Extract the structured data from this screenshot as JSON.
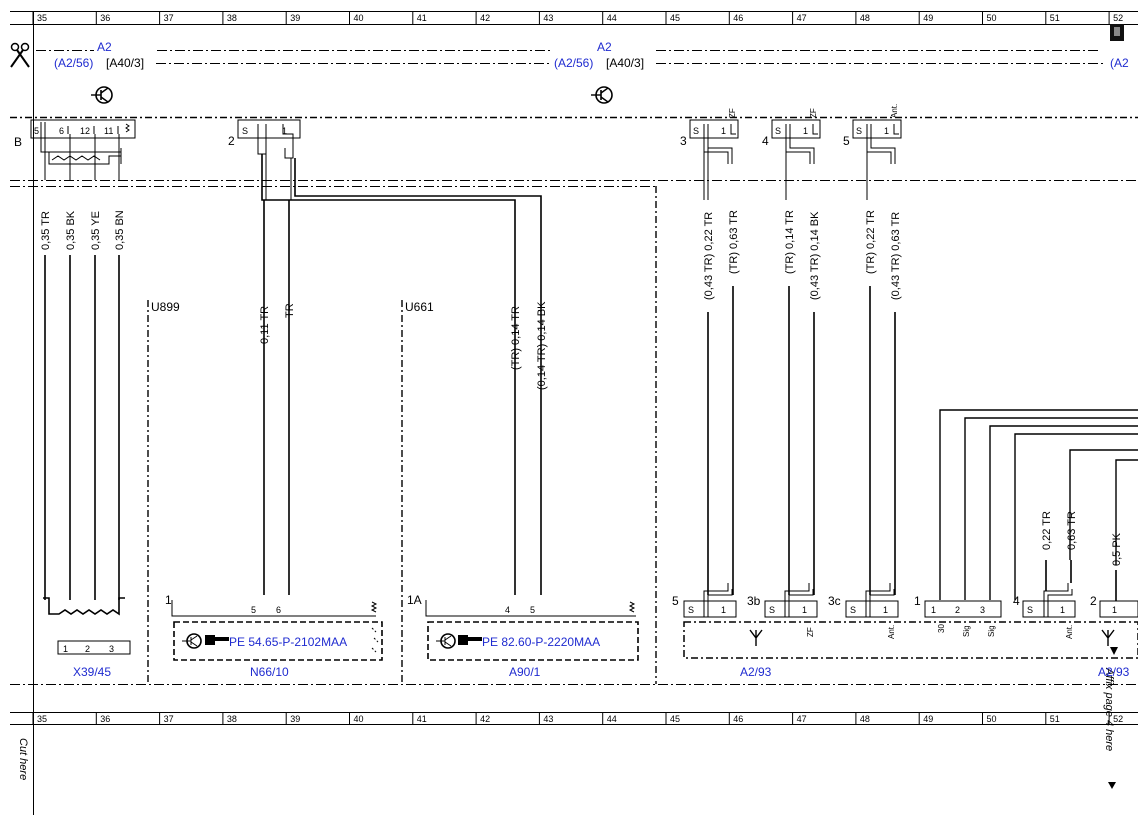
{
  "ruler": [
    "35",
    "36",
    "37",
    "38",
    "39",
    "40",
    "41",
    "42",
    "43",
    "44",
    "45",
    "46",
    "47",
    "48",
    "49",
    "50",
    "51",
    "52"
  ],
  "cut_here": "Cut here",
  "affix_text": "Affix page 4 here",
  "header": {
    "a2_left": "A2",
    "a2_left_ref": "(A2/56)",
    "a2_left_ref2": "[A40/3]",
    "a2_mid": "A2",
    "a2_mid_ref": "(A2/56)",
    "a2_mid_ref2": "[A40/3]",
    "a2_right_ref": "(A2"
  },
  "connector_b": {
    "label": "B",
    "pins": [
      "5",
      "6",
      "12",
      "11"
    ],
    "wires": [
      "0,35 TR",
      "0,35 BK",
      "0,35 YE",
      "0,35 BN"
    ]
  },
  "connector_2": {
    "label": "2",
    "pins": [
      "S",
      "1"
    ],
    "wires": [
      "0,11 TR",
      "TR"
    ]
  },
  "connector_3": {
    "label": "3",
    "pins": [
      "S",
      "1"
    ],
    "tag": "ZF",
    "wires": [
      "(0,43 TR) 0,22 TR",
      "(TR) 0,63 TR"
    ]
  },
  "connector_4": {
    "label": "4",
    "pins": [
      "S",
      "1"
    ],
    "tag": "ZF",
    "wires": [
      "(TR) 0,14 TR",
      "(0,43 TR) 0,14 BK"
    ]
  },
  "connector_5": {
    "label": "5",
    "pins": [
      "S",
      "1"
    ],
    "tag": "Ant.",
    "wires": [
      "(TR) 0,22 TR",
      "(0,43 TR) 0,63 TR"
    ]
  },
  "u899": "U899",
  "u661": "U661",
  "u661_wires": [
    "(TR) 0,14 TR",
    "(0,14 TR) 0,14 BK"
  ],
  "x39_45": {
    "label": "X39/45",
    "pins": [
      "1",
      "2",
      "3"
    ]
  },
  "n66_10": {
    "label": "N66/10",
    "connector": "1",
    "pins": [
      "5",
      "6"
    ],
    "ref": "PE 54.65-P-2102MAA"
  },
  "a90_1": {
    "label": "A90/1",
    "connector": "1A",
    "pins": [
      "4",
      "5"
    ],
    "ref": "PE 82.60-P-2220MAA"
  },
  "a2_93": {
    "label": "A2/93",
    "label_right": "A2/93",
    "group5": {
      "label": "5",
      "pins": [
        "S",
        "1"
      ]
    },
    "group3b": {
      "label": "3b",
      "pins": [
        "S",
        "1"
      ],
      "tag": "ZF"
    },
    "group3c": {
      "label": "3c",
      "pins": [
        "S",
        "1"
      ],
      "tag": "Ant."
    },
    "group1": {
      "label": "1",
      "pins": [
        "1",
        "2",
        "3"
      ],
      "tags": [
        "30",
        "Sig",
        "Sig"
      ]
    },
    "group4": {
      "label": "4",
      "pins": [
        "S",
        "1"
      ],
      "tag": "Ant."
    },
    "group2": {
      "label": "2",
      "pins": [
        "1"
      ]
    },
    "wires4": [
      "0,22 TR",
      "0,63 TR"
    ],
    "wire2": "0,5 PK"
  }
}
